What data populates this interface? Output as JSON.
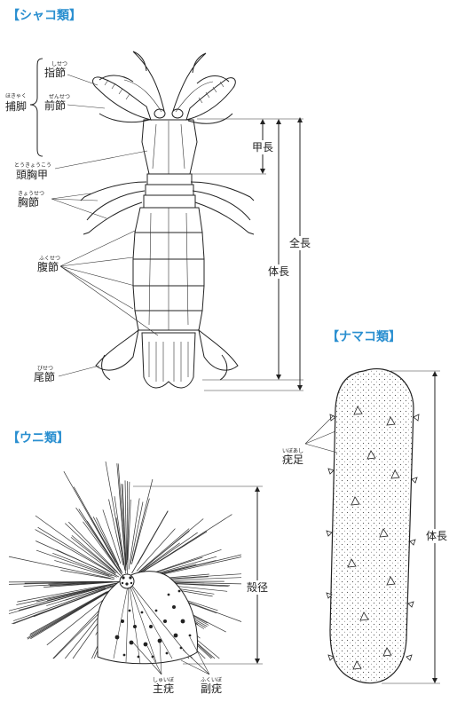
{
  "shako": {
    "heading": "【シャコ類】",
    "hosoku_label": "捕脚",
    "hosoku_ruby": "ほきゃく",
    "shisetsu_label": "指節",
    "shisetsu_ruby": "しせつ",
    "zensetsu_label": "前節",
    "zensetsu_ruby": "ぜんせつ",
    "tokyoko_label": "頭胸甲",
    "tokyoko_ruby": "とうきょうこう",
    "kyosetsu_label": "胸節",
    "kyosetsu_ruby": "きょうせつ",
    "fukusetsu_label": "腹節",
    "fukusetsu_ruby": "ふくせつ",
    "bisetsu_label": "尾節",
    "bisetsu_ruby": "びせつ",
    "kocho_label": "甲長",
    "taicho_label": "体長",
    "zencho_label": "全長"
  },
  "namako": {
    "heading": "【ナマコ類】",
    "isoku_label": "疣足",
    "isoku_ruby": "いぼあし",
    "taicho_label": "体長"
  },
  "uni": {
    "heading": "【ウニ類】",
    "kakukei_label": "殻径",
    "shuto_label": "主疣",
    "shuto_ruby": "しゅいぼ",
    "fukuto_label": "副疣",
    "fukuto_ruby": "ふくいぼ"
  }
}
